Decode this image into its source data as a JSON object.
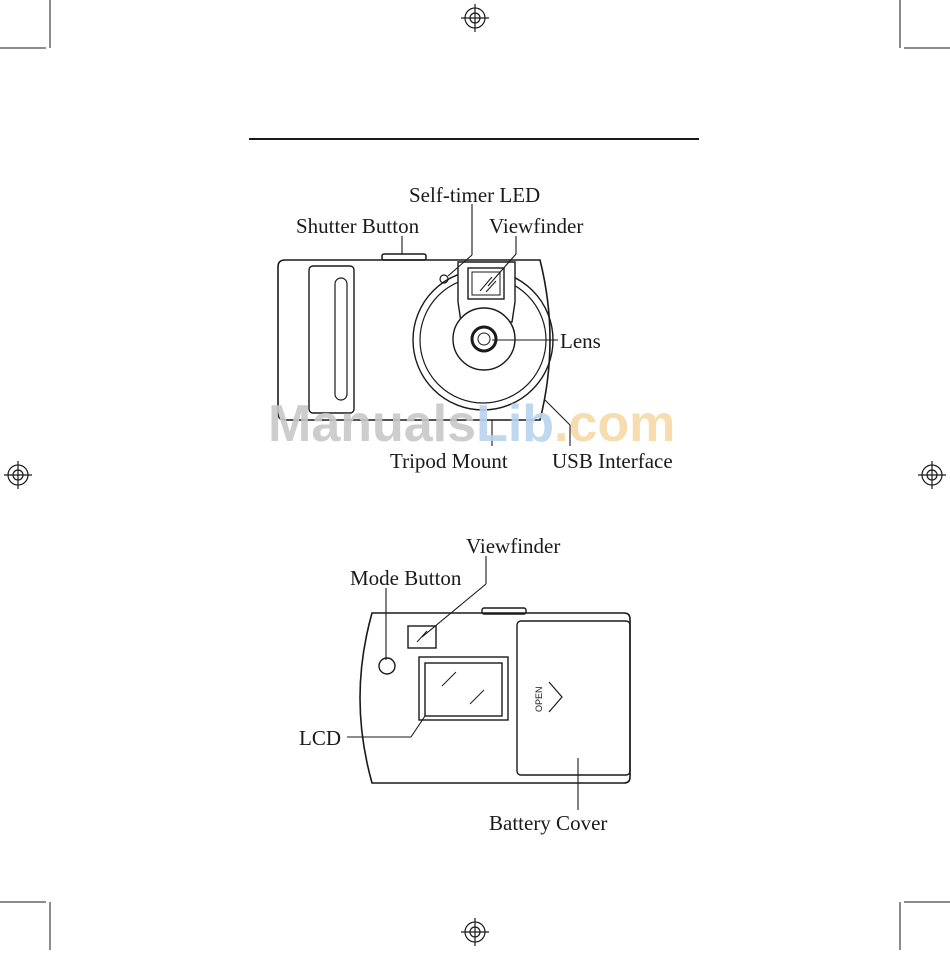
{
  "front_view": {
    "labels": {
      "self_timer_led": "Self-timer LED",
      "shutter_button": "Shutter Button",
      "viewfinder": "Viewfinder",
      "lens": "Lens",
      "tripod_mount": "Tripod Mount",
      "usb_interface": "USB Interface"
    }
  },
  "back_view": {
    "labels": {
      "viewfinder": "Viewfinder",
      "mode_button": "Mode Button",
      "lcd": "LCD",
      "battery_cover": "Battery Cover"
    },
    "battery_cover_text": "OPEN"
  },
  "watermark": {
    "part1": "Manuals",
    "part2": "Lib",
    "part3": ".com",
    "colors": [
      "#c8c8c8",
      "#b9d3ee",
      "#f7d9a8"
    ]
  }
}
